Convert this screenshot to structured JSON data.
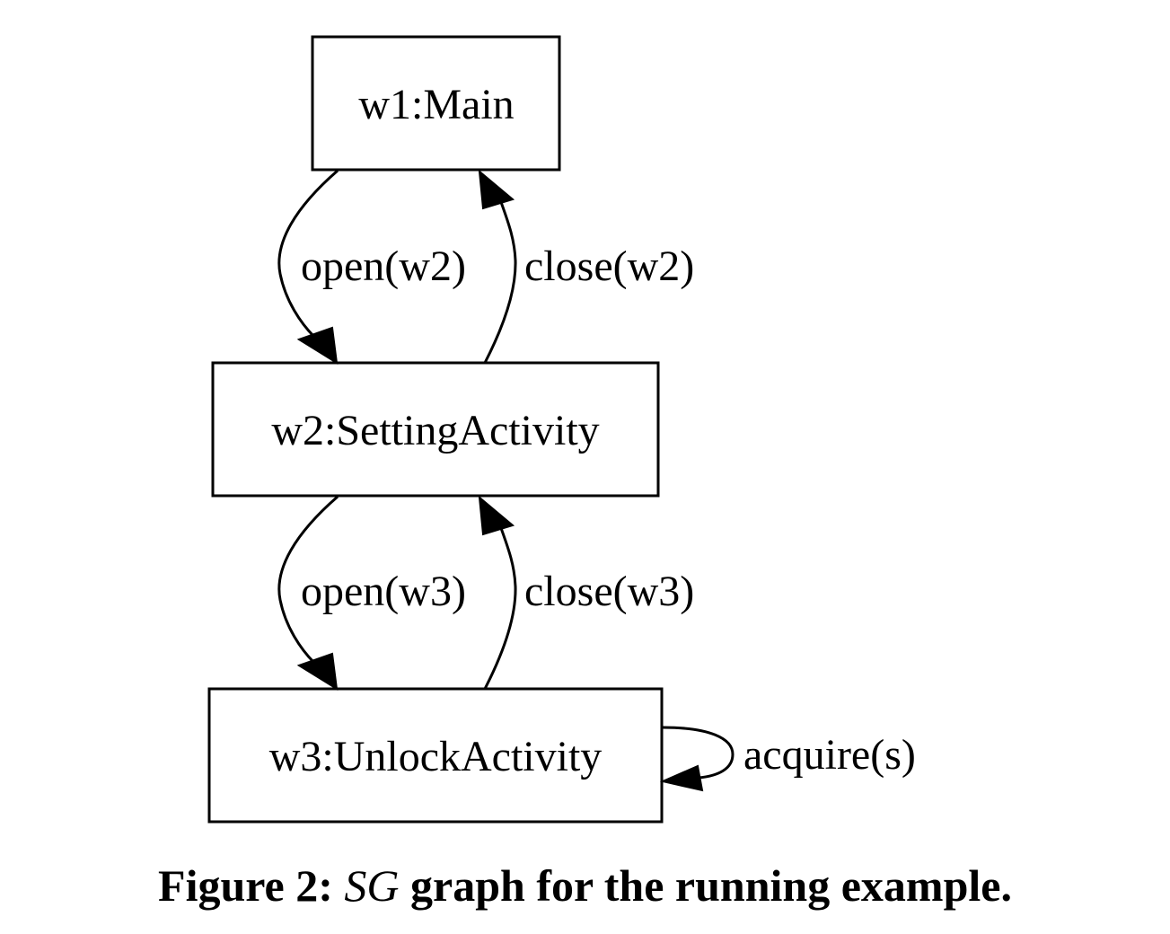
{
  "nodes": {
    "main": "w1:Main",
    "setting": "w2:SettingActivity",
    "unlock": "w3:UnlockActivity"
  },
  "edges": {
    "open_w2": "open(w2)",
    "close_w2": "close(w2)",
    "open_w3": "open(w3)",
    "close_w3": "close(w3)",
    "acquire_s": "acquire(s)"
  },
  "caption": {
    "prefix": "Figure 2:",
    "italic": "SG",
    "suffix": "graph for the running example."
  }
}
